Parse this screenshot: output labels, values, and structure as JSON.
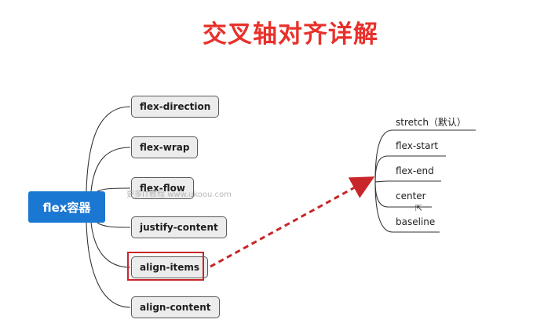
{
  "title": "交叉轴对齐详解",
  "root": {
    "label": "flex容器"
  },
  "branches": [
    {
      "label": "flex-direction"
    },
    {
      "label": "flex-wrap"
    },
    {
      "label": "flex-flow"
    },
    {
      "label": "justify-content"
    },
    {
      "label": "align-items"
    },
    {
      "label": "align-content"
    }
  ],
  "align_items_values": [
    {
      "label": "stretch（默认）"
    },
    {
      "label": "flex-start"
    },
    {
      "label": "flex-end"
    },
    {
      "label": "center"
    },
    {
      "label": "baseline"
    }
  ],
  "watermark": "更多IT教程 www.ukoou.com",
  "colors": {
    "title": "#e8312b",
    "root": "#1a78d2",
    "highlight": "#c8262a",
    "arrow": "#c8262a",
    "line": "#333333"
  }
}
